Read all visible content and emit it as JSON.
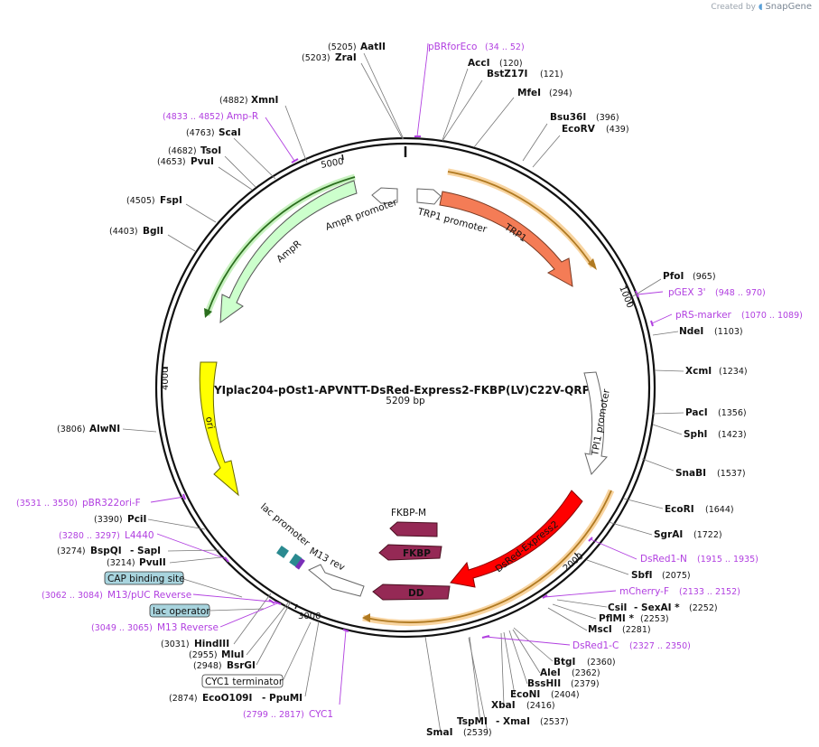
{
  "watermark": {
    "prefix": "Created by",
    "brand": "SnapGene"
  },
  "map": {
    "title": "YIplac204-pOst1-APVNTT-DsRed-Express2-FKBP(LV)C22V-QRPL",
    "length": "5209 bp",
    "ticks": [
      "1000",
      "2000",
      "3000",
      "4000",
      "5000"
    ]
  },
  "features": [
    {
      "label": "TRP1",
      "color": "#f47c56"
    },
    {
      "label": "TRP1 promoter",
      "color": "#ffffff"
    },
    {
      "label": "TPI1 promoter",
      "color": "#ffffff"
    },
    {
      "label": "DsRed-Express2",
      "color": "#ff0000"
    },
    {
      "label": "FKBP-M",
      "color": "#952955"
    },
    {
      "label": "FKBP",
      "color": "#952955"
    },
    {
      "label": "DD",
      "color": "#952955"
    },
    {
      "label": "M13 rev",
      "color": "#ffffff"
    },
    {
      "label": "lac promoter",
      "color": "#ffffff"
    },
    {
      "label": "ori",
      "color": "#ffff00"
    },
    {
      "label": "AmpR",
      "color": "#ccffcc"
    },
    {
      "label": "AmpR promoter",
      "color": "#ffffff"
    }
  ],
  "boxed_labels": [
    {
      "label": "CAP binding site",
      "style": "teal"
    },
    {
      "label": "lac operator",
      "style": "teal"
    },
    {
      "label": "CYC1 terminator",
      "style": "white"
    }
  ],
  "enzymes": [
    {
      "name": "AatII",
      "pos": "(5205)"
    },
    {
      "name": "ZraI",
      "pos": "(5203)"
    },
    {
      "name": "AccI",
      "pos": "(120)"
    },
    {
      "name": "BstZ17I",
      "pos": "(121)"
    },
    {
      "name": "MfeI",
      "pos": "(294)"
    },
    {
      "name": "Bsu36I",
      "pos": "(396)"
    },
    {
      "name": "EcoRV",
      "pos": "(439)"
    },
    {
      "name": "XmnI",
      "pos": "(4882)"
    },
    {
      "name": "ScaI",
      "pos": "(4763)"
    },
    {
      "name": "TsoI",
      "pos": "(4682)"
    },
    {
      "name": "PvuI",
      "pos": "(4653)"
    },
    {
      "name": "FspI",
      "pos": "(4505)"
    },
    {
      "name": "BglI",
      "pos": "(4403)"
    },
    {
      "name": "PfoI",
      "pos": "(965)"
    },
    {
      "name": "NdeI",
      "pos": "(1103)"
    },
    {
      "name": "XcmI",
      "pos": "(1234)"
    },
    {
      "name": "PacI",
      "pos": "(1356)"
    },
    {
      "name": "SphI",
      "pos": "(1423)"
    },
    {
      "name": "SnaBI",
      "pos": "(1537)"
    },
    {
      "name": "EcoRI",
      "pos": "(1644)"
    },
    {
      "name": "SgrAI",
      "pos": "(1722)"
    },
    {
      "name": "AlwNI",
      "pos": "(3806)"
    },
    {
      "name": "PciI",
      "pos": "(3390)"
    },
    {
      "name": "BspQI",
      "pos": "(3274)"
    },
    {
      "name": "SapI",
      "pos": ""
    },
    {
      "name": "PvuII",
      "pos": "(3214)"
    },
    {
      "name": "SbfI",
      "pos": "(2075)"
    },
    {
      "name": "CsiI",
      "pos": ""
    },
    {
      "name": "SexAI *",
      "pos": "(2252)"
    },
    {
      "name": "PflMI *",
      "pos": "(2253)"
    },
    {
      "name": "MscI",
      "pos": "(2281)"
    },
    {
      "name": "BtgI",
      "pos": "(2360)"
    },
    {
      "name": "AleI",
      "pos": "(2362)"
    },
    {
      "name": "BssHII",
      "pos": "(2379)"
    },
    {
      "name": "EcoNI",
      "pos": "(2404)"
    },
    {
      "name": "XbaI",
      "pos": "(2416)"
    },
    {
      "name": "TspMI",
      "pos": ""
    },
    {
      "name": "XmaI",
      "pos": "(2537)"
    },
    {
      "name": "SmaI",
      "pos": "(2539)"
    },
    {
      "name": "HindIII",
      "pos": "(3031)"
    },
    {
      "name": "MluI",
      "pos": "(2955)"
    },
    {
      "name": "BsrGI",
      "pos": "(2948)"
    },
    {
      "name": "EcoO109I",
      "pos": "(2874)"
    },
    {
      "name": "PpuMI",
      "pos": ""
    }
  ],
  "primers": [
    {
      "name": "pBRforEco",
      "pos": "(34 .. 52)"
    },
    {
      "name": "Amp-R",
      "pos": "(4833 .. 4852)"
    },
    {
      "name": "pGEX 3'",
      "pos": "(948 .. 970)"
    },
    {
      "name": "pRS-marker",
      "pos": "(1070 .. 1089)"
    },
    {
      "name": "pBR322ori-F",
      "pos": "(3531 .. 3550)"
    },
    {
      "name": "L4440",
      "pos": "(3280 .. 3297)"
    },
    {
      "name": "M13/pUC Reverse",
      "pos": "(3062 .. 3084)"
    },
    {
      "name": "M13 Reverse",
      "pos": "(3049 .. 3065)"
    },
    {
      "name": "DsRed1-N",
      "pos": "(1915 .. 1935)"
    },
    {
      "name": "mCherry-F",
      "pos": "(2133 .. 2152)"
    },
    {
      "name": "DsRed1-C",
      "pos": "(2327 .. 2350)"
    },
    {
      "name": "CYC1",
      "pos": "(2799 .. 2817)"
    }
  ]
}
